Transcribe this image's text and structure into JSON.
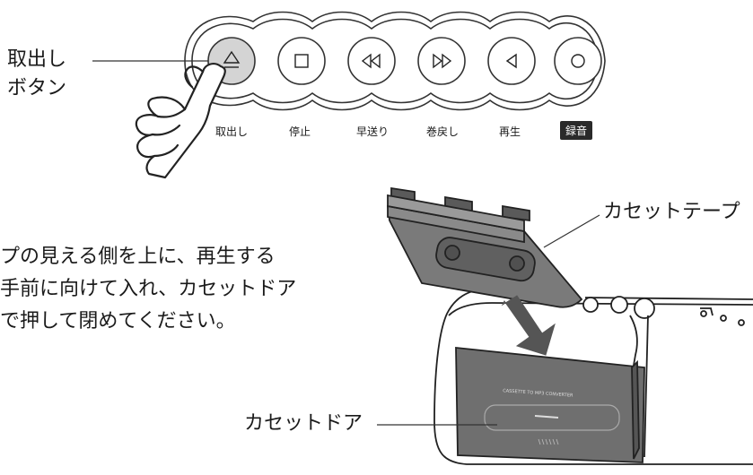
{
  "eject_callout": {
    "line1": "取出し",
    "line2": "ボタン"
  },
  "buttons": [
    {
      "label": "取出し",
      "icon": "eject-icon"
    },
    {
      "label": "停止",
      "icon": "stop-icon"
    },
    {
      "label": "早送り",
      "icon": "fast-forward-icon"
    },
    {
      "label": "巻戻し",
      "icon": "rewind-icon"
    },
    {
      "label": "再生",
      "icon": "play-icon"
    },
    {
      "label": "録音",
      "icon": "record-icon"
    }
  ],
  "instructions": {
    "line1": "プの見える側を上に、再生する",
    "line2": "手前に向けて入れ、カセットドア",
    "line3": "で押して閉めてください。"
  },
  "labels": {
    "cassette_tape": "カセットテープ",
    "cassette_door": "カセットドア",
    "door_print": "CASSETTE TO MP3 CONVERTER"
  },
  "colors": {
    "eject_highlight": "#d4d4d4",
    "record_badge": "#2a2a2a"
  }
}
